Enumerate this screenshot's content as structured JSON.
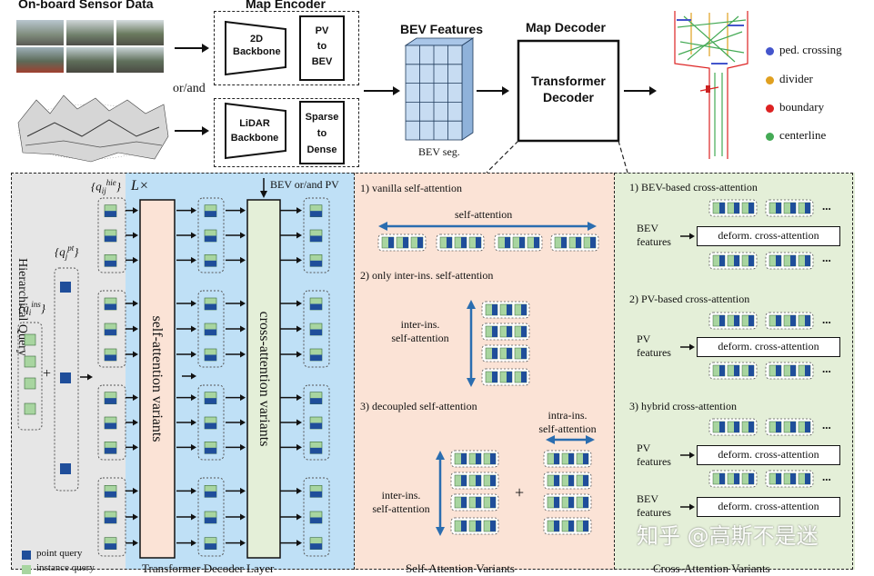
{
  "top": {
    "sensor_title": "On-board Sensor Data",
    "or_and": "or/and",
    "map_encoder_title": "Map Encoder",
    "backbone_2d": "2D\nBackbone",
    "pv_to_bev": "PV\nto\nBEV",
    "lidar_backbone": "LiDAR\nBackbone",
    "sparse_to_dense": "Sparse\nto\nDense",
    "bev_features_title": "BEV Features",
    "bev_seg": "BEV seg.",
    "map_decoder_title": "Map Decoder",
    "transformer_decoder": "Transformer\nDecoder"
  },
  "legend": [
    {
      "label": "ped. crossing",
      "color": "#4455cc"
    },
    {
      "label": "divider",
      "color": "#e0a020"
    },
    {
      "label": "boundary",
      "color": "#dd2222"
    },
    {
      "label": "centerline",
      "color": "#44aa55"
    }
  ],
  "left_panel": {
    "hierarchical_query": "Hierarchical Query",
    "q_ins": "{q",
    "q_ins_sub": "i",
    "q_ins_sup": "ins",
    "q_pt": "{q",
    "q_pt_sub": "j",
    "q_pt_sup": "pt",
    "q_hie": "{q",
    "q_hie_sub": "ij",
    "q_hie_sup": "hie",
    "plus": "+",
    "l_times": "L×",
    "bev_or_pv": "BEV or/and PV",
    "self_attention_variants": "self-attention variants",
    "cross_attention_variants": "cross-attention variants",
    "legend_point_query": "point query",
    "legend_ins_query": "instance query",
    "footer": "Transformer Decoder Layer"
  },
  "middle_panel": {
    "v1": "1) vanilla self-attention",
    "self_attention": "self-attention",
    "v2": "2) only inter-ins. self-attention",
    "inter_ins": "inter-ins.\nself-attention",
    "v3": "3) decoupled self-attention",
    "intra_ins": "intra-ins.\nself-attention",
    "inter_ins_2": "inter-ins.\nself-attention",
    "plus": "+",
    "footer": "Self-Attention Variants"
  },
  "right_panel": {
    "c1": "1) BEV-based cross-attention",
    "bev_features": "BEV\nfeatures",
    "deform": "deform. cross-attention",
    "c2": "2) PV-based cross-attention",
    "pv_features": "PV\nfeatures",
    "c3": "3) hybrid cross-attention",
    "pv_features_2": "PV\nfeatures",
    "bev_features_2": "BEV\nfeatures",
    "ellipsis": "...",
    "footer": "Cross-Attention Variants"
  },
  "watermark": "知乎 @高斯不是迷"
}
